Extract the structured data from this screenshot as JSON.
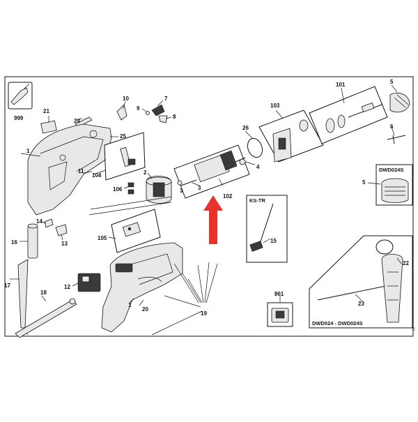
{
  "callouts": [
    {
      "text": "999"
    },
    {
      "text": "21"
    },
    {
      "text": "24"
    },
    {
      "text": "10"
    },
    {
      "text": "7"
    },
    {
      "text": "9"
    },
    {
      "text": "8"
    },
    {
      "text": "25"
    },
    {
      "text": "1"
    },
    {
      "text": "11"
    },
    {
      "text": "104"
    },
    {
      "text": "2"
    },
    {
      "text": "106"
    },
    {
      "text": "14"
    },
    {
      "text": "13"
    },
    {
      "text": "16"
    },
    {
      "text": "105"
    },
    {
      "text": "12"
    },
    {
      "text": "1"
    },
    {
      "text": "20"
    },
    {
      "text": "17"
    },
    {
      "text": "18"
    },
    {
      "text": "19"
    },
    {
      "text": "3"
    },
    {
      "text": "102"
    },
    {
      "text": "4"
    },
    {
      "text": "26"
    },
    {
      "text": "103"
    },
    {
      "text": "101"
    },
    {
      "text": "5"
    },
    {
      "text": "6"
    },
    {
      "text": "5"
    },
    {
      "text": "15"
    },
    {
      "text": "861"
    },
    {
      "text": "22"
    },
    {
      "text": "23"
    },
    {
      "text": "3"
    }
  ],
  "boxes": {
    "dwd024s": "DWD024S",
    "kstr": "KS-TR",
    "dwd024": "DWD024 - DWD024S"
  },
  "copyright": "©",
  "colors": {
    "arrow": "#e8322b",
    "line": "#111111"
  }
}
